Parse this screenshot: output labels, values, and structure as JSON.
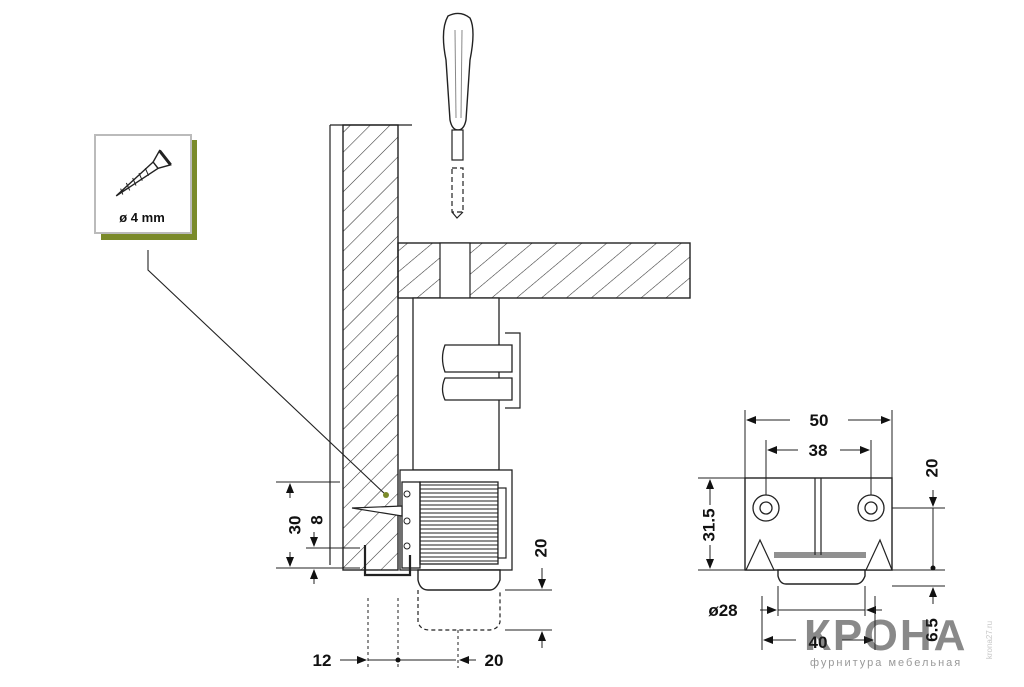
{
  "screw_box": {
    "label": "ø 4 mm",
    "icon": "screw-icon",
    "frame_color": "#7a8a2a"
  },
  "side_view": {
    "dim_height_total": "30",
    "dim_height_inner": "8",
    "dim_adjust": "20",
    "dim_bottom_left": "12",
    "dim_bottom_right": "20"
  },
  "front_view": {
    "dim_width_total": "50",
    "dim_width_holes": "38",
    "dim_height_total": "31.5",
    "dim_top_right": "20",
    "dim_diameter": "ø28",
    "dim_base": "40",
    "dim_bottom_right": "6.5"
  },
  "watermark": {
    "logo": "КРОНА",
    "slogan": "фурнитура мебельная",
    "site": "krona27.ru",
    "accent_color": "#5aa65a"
  }
}
